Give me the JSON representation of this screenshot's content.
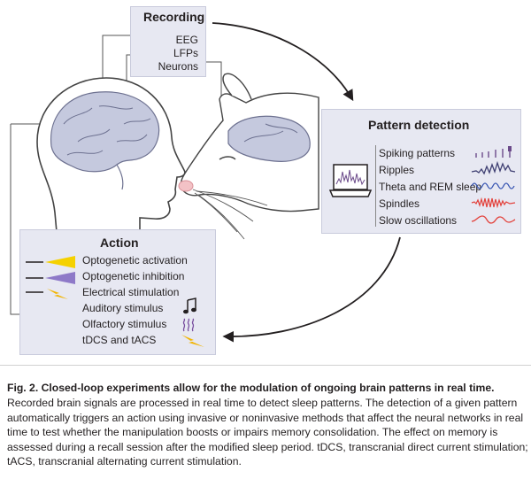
{
  "recording": {
    "title": "Recording",
    "items": [
      "EEG",
      "LFPs",
      "Neurons"
    ]
  },
  "pattern_detection": {
    "title": "Pattern detection",
    "items": [
      "Spiking patterns",
      "Ripples",
      "Theta and REM sleep",
      "Spindles",
      "Slow oscillations"
    ]
  },
  "action": {
    "title": "Action",
    "items": [
      "Optogenetic activation",
      "Optogenetic inhibition",
      "Electrical stimulation",
      "Auditory stimulus",
      "Olfactory stimulus",
      "tDCS and tACS"
    ]
  },
  "caption": {
    "title": "Fig. 2. Closed-loop experiments allow for the modulation of ongoing brain patterns in real time.",
    "lines": [
      "Recorded brain signals are processed in real time to detect sleep patterns. The detection of a given pattern",
      "automatically triggers an action using invasive or noninvasive methods that affect the neural networks in real",
      "time to test whether the manipulation boosts or impairs memory consolidation. The effect on memory is",
      "assessed during a recall session after the modified sleep period. tDCS, transcranial direct current stimulation;",
      "tACS, transcranial alternating current stimulation."
    ]
  },
  "icons": {
    "human": "human-head-with-brain-icon",
    "rat": "rat-head-with-brain-icon",
    "laptop": "laptop-icon",
    "music": "music-note-icon",
    "smell": "odor-wave-icon",
    "lightning": "lightning-icon"
  },
  "colors": {
    "panel": "#e7e8f2",
    "brain": "#c5c9de",
    "laser_yellow": "#f5d100",
    "laser_purple": "#8e79c8",
    "spiking": "#6b4a8a",
    "ripples": "#3f3f72",
    "theta": "#3a57b3",
    "spindles": "#e3403a",
    "slow": "#e3403a",
    "lightning": "#f2b400",
    "olfactory": "#7a4fa0"
  }
}
